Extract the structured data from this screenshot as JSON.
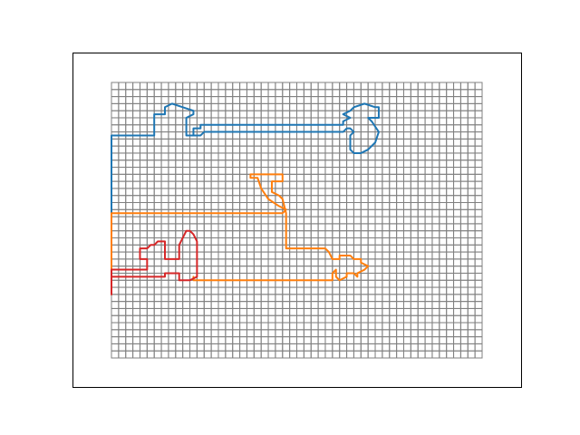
{
  "figure": {
    "grid_columns": 52,
    "grid_rows": 39,
    "grid_color": "#808080",
    "frame_color": "#000000",
    "background": "#ffffff"
  },
  "paths": [
    {
      "id": "blue-path",
      "color": "#1f77b4",
      "points": [
        [
          0,
          30
        ],
        [
          0,
          7.5
        ],
        [
          3.5,
          7.5
        ],
        [
          6,
          7.5
        ],
        [
          6,
          4.5
        ],
        [
          7.5,
          4.5
        ],
        [
          7.5,
          3.5
        ],
        [
          8.5,
          3
        ],
        [
          10,
          3.5
        ],
        [
          11.5,
          4
        ],
        [
          11.5,
          4.5
        ],
        [
          10.5,
          5
        ],
        [
          10.5,
          7.5
        ],
        [
          11.5,
          7.5
        ],
        [
          11.5,
          6.5
        ],
        [
          12.5,
          6.5
        ],
        [
          12.5,
          6
        ],
        [
          32.5,
          6
        ],
        [
          32.5,
          5.5
        ],
        [
          33.5,
          5
        ],
        [
          32.5,
          4.5
        ],
        [
          33.5,
          4
        ],
        [
          34,
          3.5
        ],
        [
          35.5,
          3
        ],
        [
          37,
          3.5
        ],
        [
          37.5,
          3.5
        ],
        [
          37.5,
          5
        ],
        [
          36,
          5
        ],
        [
          36.5,
          5.5
        ],
        [
          37.5,
          7
        ],
        [
          37,
          8.5
        ],
        [
          36,
          9.5
        ],
        [
          35,
          10
        ],
        [
          34,
          10
        ],
        [
          33.5,
          9.5
        ],
        [
          33.5,
          7.5
        ],
        [
          34,
          7
        ],
        [
          33.5,
          6.5
        ],
        [
          33,
          6.5
        ],
        [
          32.5,
          7
        ],
        [
          13,
          7
        ],
        [
          12.5,
          7.5
        ],
        [
          11.5,
          7.5
        ]
      ]
    },
    {
      "id": "orange-path",
      "color": "#ff7f0e",
      "points": [
        [
          0,
          30
        ],
        [
          0,
          18.5
        ],
        [
          24,
          18.5
        ],
        [
          24.5,
          18
        ],
        [
          23.5,
          17.5
        ],
        [
          22,
          16.5
        ],
        [
          21,
          15
        ],
        [
          20.5,
          13.5
        ],
        [
          19.5,
          13.5
        ],
        [
          19.5,
          13
        ],
        [
          24,
          13
        ],
        [
          24,
          14
        ],
        [
          22.5,
          14
        ],
        [
          22.5,
          15.5
        ],
        [
          23.5,
          16
        ],
        [
          24,
          16.5
        ],
        [
          24.5,
          18.5
        ],
        [
          24.5,
          23.5
        ],
        [
          30,
          23.5
        ],
        [
          30.5,
          24
        ],
        [
          31,
          25
        ],
        [
          32,
          25
        ],
        [
          32,
          24.5
        ],
        [
          33.5,
          24.5
        ],
        [
          34,
          25
        ],
        [
          35,
          25
        ],
        [
          35,
          25.5
        ],
        [
          36,
          26
        ],
        [
          35.5,
          26.5
        ],
        [
          34.5,
          27
        ],
        [
          34.5,
          27.5
        ],
        [
          34,
          27
        ],
        [
          33,
          27
        ],
        [
          33,
          27.5
        ],
        [
          32,
          28
        ],
        [
          31.5,
          27.5
        ],
        [
          31.5,
          26.5
        ],
        [
          31,
          27
        ],
        [
          31,
          28
        ],
        [
          11.5,
          28
        ],
        [
          11.5,
          27.5
        ]
      ]
    },
    {
      "id": "red-path",
      "color": "#d62728",
      "points": [
        [
          0,
          30
        ],
        [
          0,
          26.5
        ],
        [
          5,
          26.5
        ],
        [
          5,
          25
        ],
        [
          4,
          25
        ],
        [
          4,
          23.5
        ],
        [
          5,
          23.5
        ],
        [
          5.5,
          23
        ],
        [
          6,
          23
        ],
        [
          6.5,
          22.5
        ],
        [
          7.5,
          22.5
        ],
        [
          7.5,
          25
        ],
        [
          9.5,
          25
        ],
        [
          9.5,
          23
        ],
        [
          10.5,
          21
        ],
        [
          11,
          21
        ],
        [
          11.5,
          21.5
        ],
        [
          12,
          22.5
        ],
        [
          12,
          27.5
        ],
        [
          11,
          28
        ],
        [
          9.5,
          28
        ],
        [
          9.5,
          27
        ],
        [
          7.5,
          27
        ],
        [
          7.5,
          27.5
        ],
        [
          0,
          27.5
        ]
      ]
    }
  ]
}
